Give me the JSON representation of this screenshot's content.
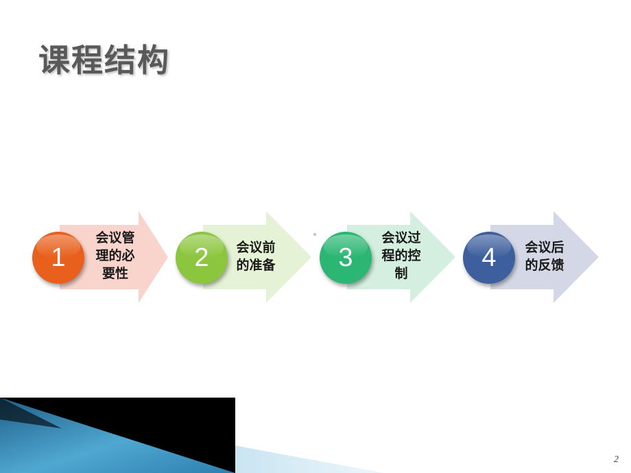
{
  "slide": {
    "title": "课程结构",
    "page_number": "2",
    "steps": [
      {
        "number": "1",
        "lines": [
          "会议管",
          "理的必",
          "要性"
        ],
        "circle_color": "#e8601c",
        "arrow_color": "#f9d4cd"
      },
      {
        "number": "2",
        "lines": [
          "会议前",
          "的准备"
        ],
        "circle_color": "#8cc63f",
        "arrow_color": "#e5f2d5"
      },
      {
        "number": "3",
        "lines": [
          "会议过",
          "程的控",
          "制"
        ],
        "circle_color": "#2bb673",
        "arrow_color": "#d4eedf"
      },
      {
        "number": "4",
        "lines": [
          "会议后",
          "的反馈"
        ],
        "circle_color": "#3d5f9e",
        "arrow_color": "#d4d8e6"
      }
    ]
  }
}
